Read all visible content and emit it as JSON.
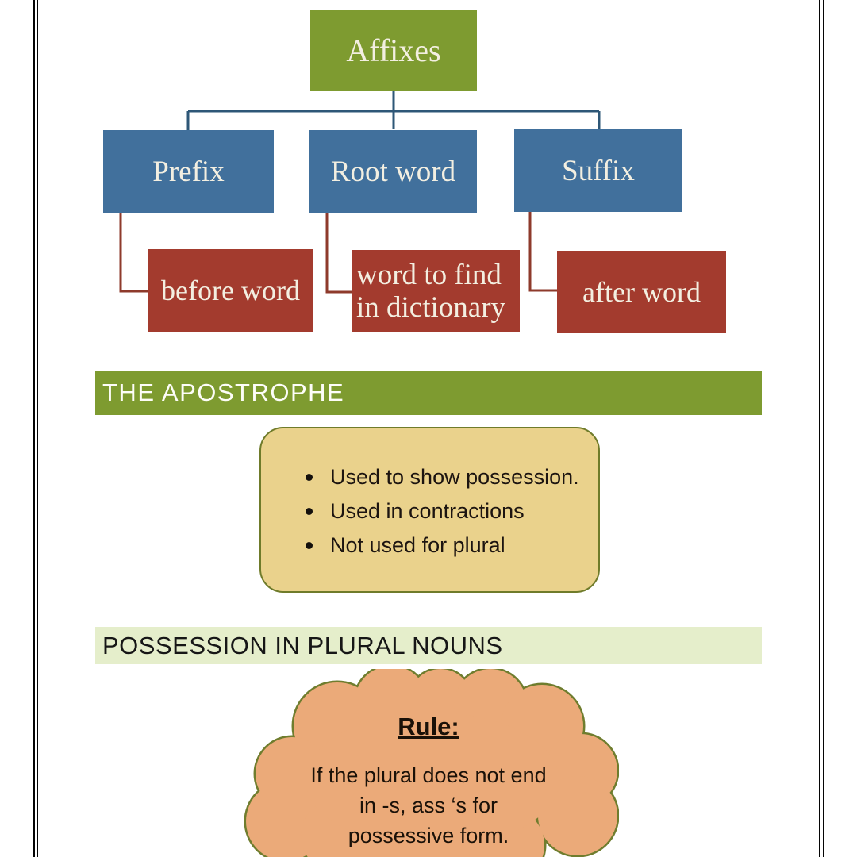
{
  "theme": {
    "olive": "#7e9b30",
    "blue": "#41709c",
    "red": "#a33b2e",
    "blue_dark": "#2e5777",
    "red_dark": "#8e3a2b",
    "tan_fill": "#ead28c",
    "tan_border": "#6f7b2a",
    "pale_green": "#e5eecb",
    "cloud_fill": "#ebaa79",
    "cloud_stroke": "#6f7d2e",
    "cream": "#f3efe1",
    "ink": "#1c1410"
  },
  "diagram": {
    "root": {
      "label": "Affixes"
    },
    "children": [
      {
        "label": "Prefix",
        "detail": "before word"
      },
      {
        "label": "Root word",
        "detail": "word to find in dictionary"
      },
      {
        "label": "Suffix",
        "detail": "after word"
      }
    ]
  },
  "sections": [
    {
      "title": "THE APOSTROPHE"
    },
    {
      "title": "POSSESSION IN PLURAL NOUNS"
    }
  ],
  "apostrophe_box": {
    "bullets": [
      "Used to show possession.",
      "Used in contractions",
      "Not used for plural"
    ]
  },
  "cloud": {
    "heading": "Rule:",
    "lines": [
      "If the plural does not end",
      "in -s, ass ‘s for",
      "possessive form."
    ]
  }
}
